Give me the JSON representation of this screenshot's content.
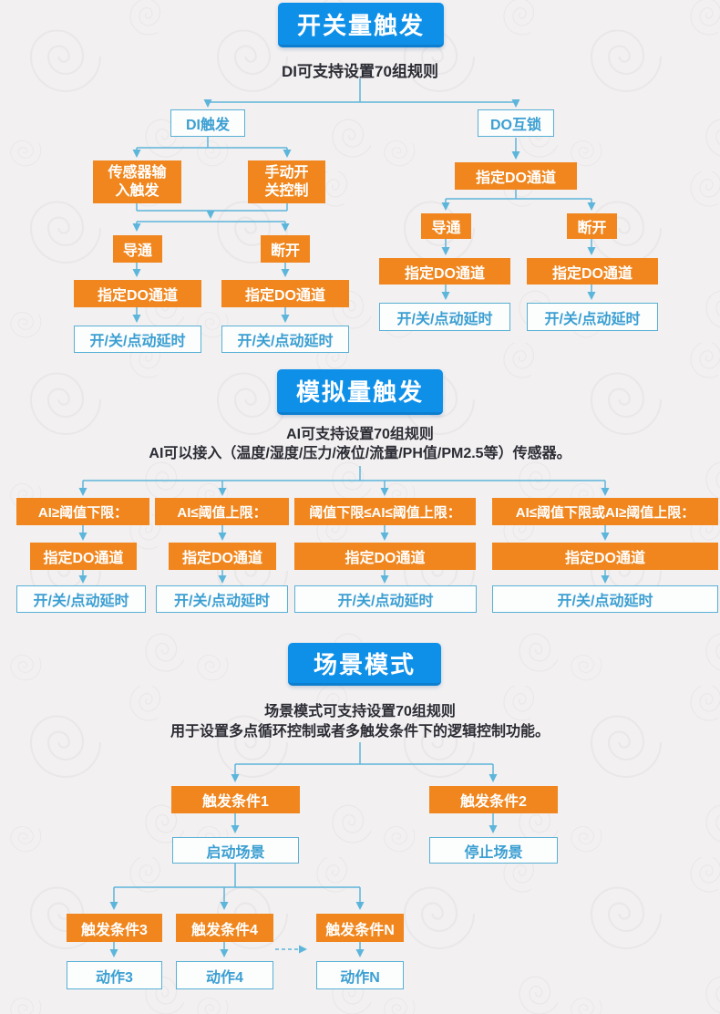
{
  "colors": {
    "primary": "#0f90e8",
    "orange": "#f0861d",
    "line": "#5cb5da",
    "box_border": "#58b0d6",
    "box_text": "#3b9fd2",
    "caption": "#2c2c34",
    "background": "#f2f0f1",
    "pattern": "#e8e5e7"
  },
  "icons": {
    "arrowhead": "small solid triangle on connector ends",
    "dashed_arrow": "dashed continuation arrow between trigger 4 and trigger N"
  },
  "switch_section": {
    "title": "开关量触发",
    "caption": "DI可支持设置70组规则",
    "nodes": {
      "di_trigger": "DI触发",
      "do_interlock": "DO互锁",
      "sensor_input": "传感器输\n入触发",
      "manual_switch": "手动开\n关控制",
      "conduct": "导通",
      "disconnect": "断开",
      "assign_do": "指定DO通道",
      "delay": "开/关/点动延时"
    }
  },
  "analog_section": {
    "title": "模拟量触发",
    "caption_line1": "AI可支持设置70组规则",
    "caption_line2": "AI可以接入（温度/湿度/压力/液位/流量/PH值/PM2.5等）传感器。",
    "conditions": [
      "AI≥阈值下限：",
      "AI≤阈值上限：",
      "阈值下限≤AI≤阈值上限：",
      "AI≤阈值下限或AI≥阈值上限："
    ],
    "assign_do": "指定DO通道",
    "delay": "开/关/点动延时"
  },
  "scene_section": {
    "title": "场景模式",
    "caption_line1": "场景模式可支持设置70组规则",
    "caption_line2": "用于设置多点循环控制或者多触发条件下的逻辑控制功能。",
    "trigger1": "触发条件1",
    "trigger2": "触发条件2",
    "start_scene": "启动场景",
    "stop_scene": "停止场景",
    "trigger3": "触发条件3",
    "trigger4": "触发条件4",
    "triggerN": "触发条件N",
    "action3": "动作3",
    "action4": "动作4",
    "actionN": "动作N"
  }
}
